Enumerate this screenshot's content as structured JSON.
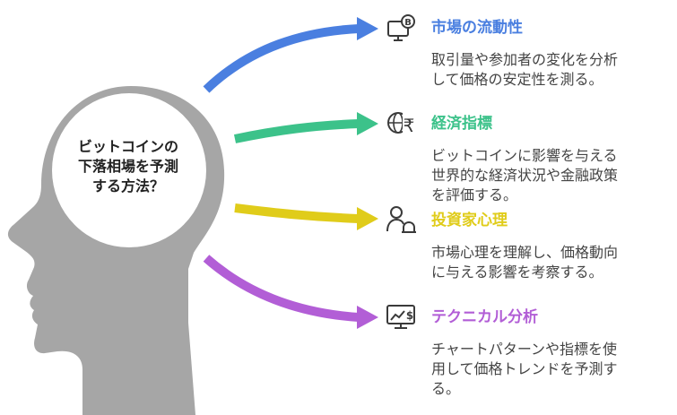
{
  "center": {
    "lines": [
      "ビットコインの",
      "下落相場を予測",
      "する方法？"
    ]
  },
  "colors": {
    "head": "#a6a6a6",
    "circle": "#ffffff",
    "blue": "#4a7fe0",
    "green": "#3cc28a",
    "yellow": "#e0cc1a",
    "purple": "#b25ed6",
    "icon": "#3a3a3a"
  },
  "items": [
    {
      "icon": "bitcoin-computer-icon",
      "title": "市場の流動性",
      "color": "#4a7fe0",
      "desc": [
        "取引量や参加者の変化を分析",
        "して価格の安定性を測る。"
      ]
    },
    {
      "icon": "globe-rupee-icon",
      "title": "経済指標",
      "color": "#3cc28a",
      "desc": [
        "ビットコインに影響を与える",
        "世界的な経済状況や金融政策",
        "を評価する。"
      ]
    },
    {
      "icon": "investor-bell-icon",
      "title": "投資家心理",
      "color": "#e0cc1a",
      "desc": [
        "市場心理を理解し、価格動向",
        "に与える影響を考察する。"
      ]
    },
    {
      "icon": "chart-monitor-icon",
      "title": "テクニカル分析",
      "color": "#b25ed6",
      "desc": [
        "チャートパターンや指標を使",
        "用して価格トレンドを予測す",
        "る。"
      ]
    }
  ]
}
